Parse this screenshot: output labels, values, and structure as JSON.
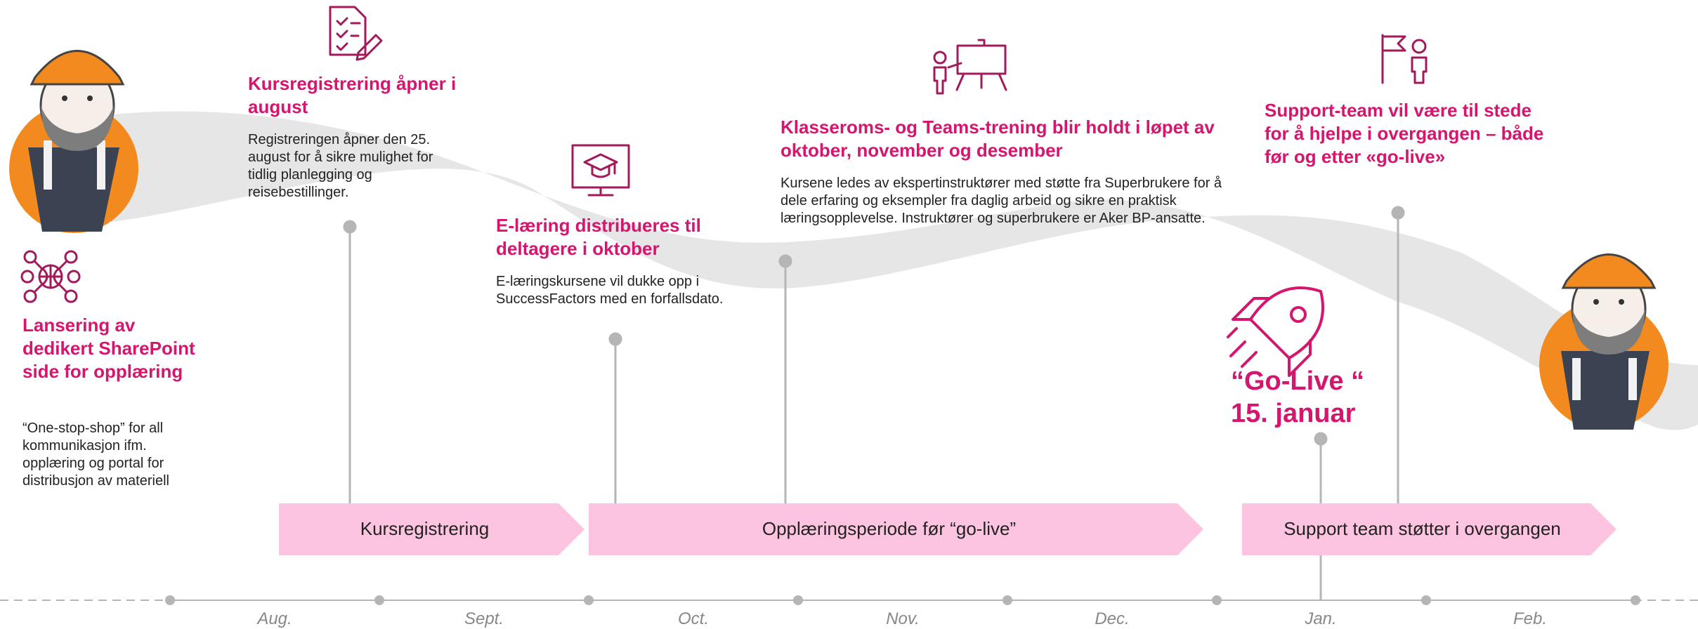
{
  "milestones": [
    {
      "title": "Lansering av dedikert SharePoint side for opplæring",
      "body": "“One-stop-shop” for all kommunikasjon ifm. opplæring og portal for distribusjon av materiell"
    },
    {
      "title": "Kursregistrering åpner i august",
      "body": "Registreringen åpner den 25. august for å sikre mulighet for tidlig planlegging og reisebestillinger."
    },
    {
      "title": "E-læring distribueres til deltagere i oktober",
      "body": "E-læringskursene vil dukke opp i SuccessFactors med en forfallsdato."
    },
    {
      "title": "Klasseroms- og Teams-trening blir holdt i løpet av oktober, november og desember",
      "body": "Kursene ledes av ekspertinstruktører med støtte fra Superbrukere for å dele erfaring og eksempler fra daglig arbeid og sikre en praktisk læringsopplevelse. Instruktører og superbrukere er Aker BP-ansatte."
    },
    {
      "title": "Support-team vil være til stede for å hjelpe i overgangen – både før og etter «go-live»",
      "body": ""
    }
  ],
  "golive": {
    "line1": "“Go-Live “",
    "line2": "15. januar"
  },
  "phases": [
    "Kursregistrering",
    "Opplæringsperiode før “go-live”",
    "Support team støtter i overgangen"
  ],
  "months": [
    "Aug.",
    "Sept.",
    "Oct.",
    "Nov.",
    "Dec.",
    "Jan.",
    "Feb."
  ],
  "colors": {
    "accent": "#d6156f",
    "phase_fill": "#fcc4e0",
    "wave": "#e6e6e6",
    "axis": "#b5b5b5"
  },
  "icons": [
    "network-globe-icon",
    "checklist-pencil-icon",
    "graduation-screen-icon",
    "presentation-board-icon",
    "flag-person-icon",
    "rocket-icon",
    "worker-left-avatar",
    "worker-right-avatar"
  ]
}
